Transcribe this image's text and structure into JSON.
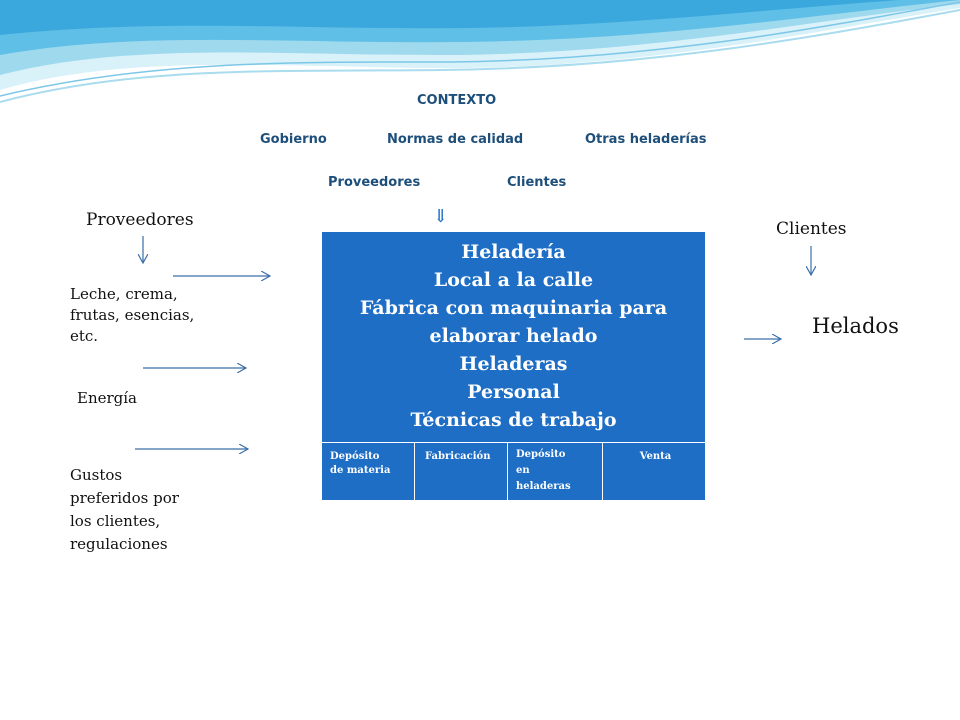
{
  "context": {
    "title": "CONTEXTO",
    "row1": [
      "Gobierno",
      "Normas  de calidad",
      "Otras heladerías"
    ],
    "row2": [
      "Proveedores",
      "Clientes"
    ],
    "down_arrow": "⇓"
  },
  "left": {
    "proveedores": "Proveedores",
    "input1_lines": [
      "Leche, crema,",
      "frutas, esencias,",
      "etc."
    ],
    "input2": "Energía",
    "input3_lines": [
      "Gustos",
      "preferidos por",
      "los clientes,",
      "regulaciones"
    ]
  },
  "box": {
    "lines": [
      "Heladería",
      "Local a la calle",
      "Fábrica con maquinaria para",
      "elaborar helado",
      "Heladeras",
      "Personal",
      "Técnicas de trabajo"
    ],
    "cells": [
      {
        "lines": [
          "Depósito",
          "de materia"
        ]
      },
      {
        "lines": [
          "Fabricación"
        ]
      },
      {
        "lines": [
          "Depósito",
          "en",
          "heladeras"
        ]
      },
      {
        "lines": [
          "Venta"
        ]
      }
    ]
  },
  "right": {
    "clientes": "Clientes",
    "output": "Helados"
  },
  "colors": {
    "box": "#1e6ec6",
    "context_text": "#1d4f7a",
    "arrow": "#3a6fa8"
  }
}
